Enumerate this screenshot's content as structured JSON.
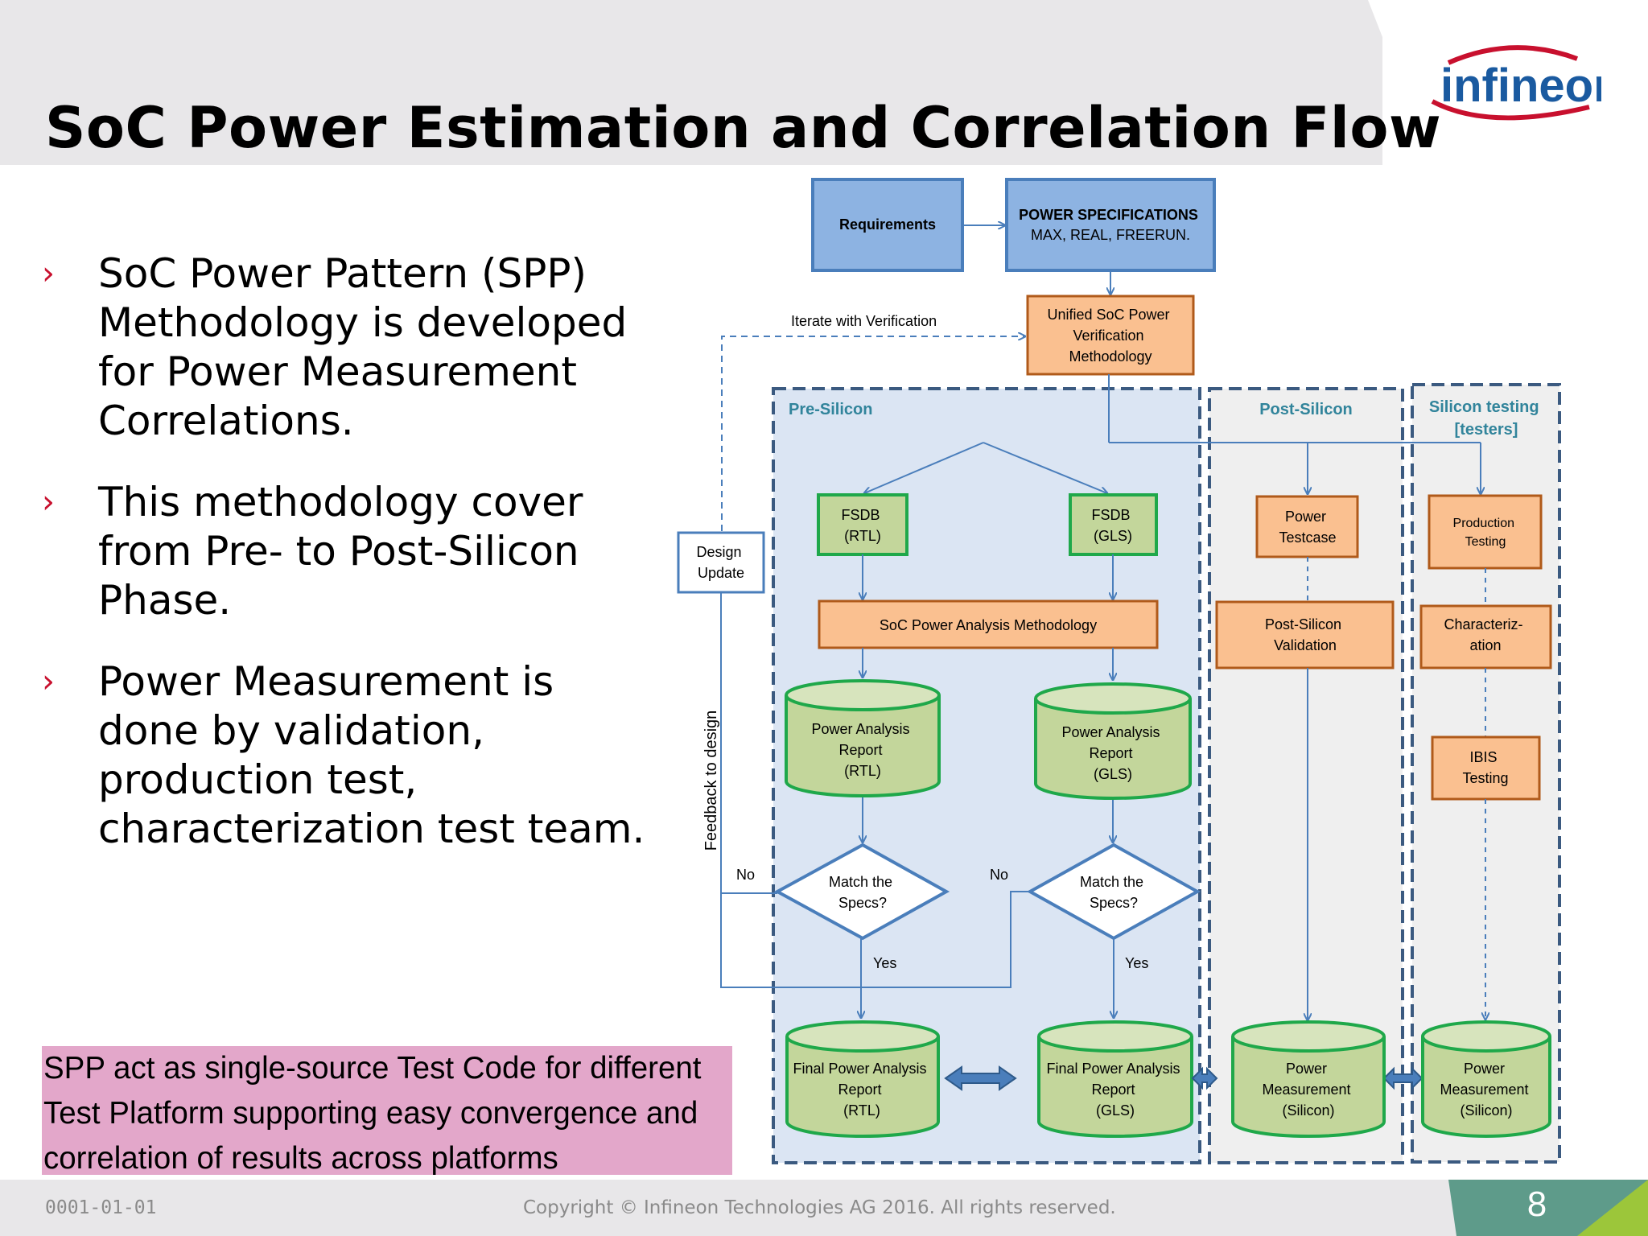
{
  "slide": {
    "title": "SoC Power Estimation and Correlation Flow",
    "brand": "infineon",
    "bullet_marker": "›",
    "bullets": [
      "SoC Power Pattern (SPP) Methodology is developed for Power Measurement Correlations.",
      "This methodology cover from Pre- to Post-Silicon Phase.",
      "Power Measurement is done by validation, production test, characterization test team."
    ],
    "note": [
      "SPP act as single-source Test Code for different",
      "Test Platform supporting easy convergence and",
      "correlation of results across platforms"
    ],
    "footer": {
      "date": "0001-01-01",
      "copyright": "Copyright © Infineon Technologies AG 2016. All rights reserved.",
      "page": "8"
    }
  },
  "diagram": {
    "requirements": "Requirements",
    "power_specs": [
      "POWER SPECIFICATIONS",
      "MAX, REAL, FREERUN."
    ],
    "unified": [
      "Unified SoC Power",
      "Verification",
      "Methodology"
    ],
    "iterate": "Iterate with Verification",
    "design_update": [
      "Design",
      "Update"
    ],
    "feedback": "Feedback to design",
    "pre_silicon": "Pre-Silicon",
    "post_silicon": "Post-Silicon",
    "silicon_testing": [
      "Silicon testing",
      "[testers]"
    ],
    "fsdb_rtl": [
      "FSDB",
      "(RTL)"
    ],
    "fsdb_gls": [
      "FSDB",
      "(GLS)"
    ],
    "soc_analysis": "SoC Power Analysis Methodology",
    "par_rtl": [
      "Power Analysis",
      "Report",
      "(RTL)"
    ],
    "par_gls": [
      "Power Analysis",
      "Report",
      "(GLS)"
    ],
    "match": [
      "Match the",
      "Specs?"
    ],
    "no": "No",
    "yes": "Yes",
    "final_rtl": [
      "Final Power Analysis",
      "Report",
      "(RTL)"
    ],
    "final_gls": [
      "Final Power Analysis",
      "Report",
      "(GLS)"
    ],
    "power_testcase": [
      "Power",
      "Testcase"
    ],
    "post_validation": [
      "Post-Silicon",
      "Validation"
    ],
    "pm_silicon": [
      "Power",
      "Measurement",
      "(Silicon)"
    ],
    "production_testing": [
      "Production",
      "Testing"
    ],
    "characterization": [
      "Characteriz-",
      "ation"
    ],
    "ibis": [
      "IBIS",
      "Testing"
    ]
  },
  "colors": {
    "accent_red": "#c8102e",
    "logo_blue": "#1a5aa0",
    "blue_box": "#8db3e2",
    "blue_border": "#4a7ebb",
    "orange_box": "#fac090",
    "orange_border": "#b05a1a",
    "green_box": "#c3d69b",
    "green_border": "#1fa84a",
    "pre_silicon_bg": "#dbe5f3",
    "lane_title": "#31849b",
    "note_bg": "#e3a7ca",
    "page_green": "#5e9b8a"
  }
}
